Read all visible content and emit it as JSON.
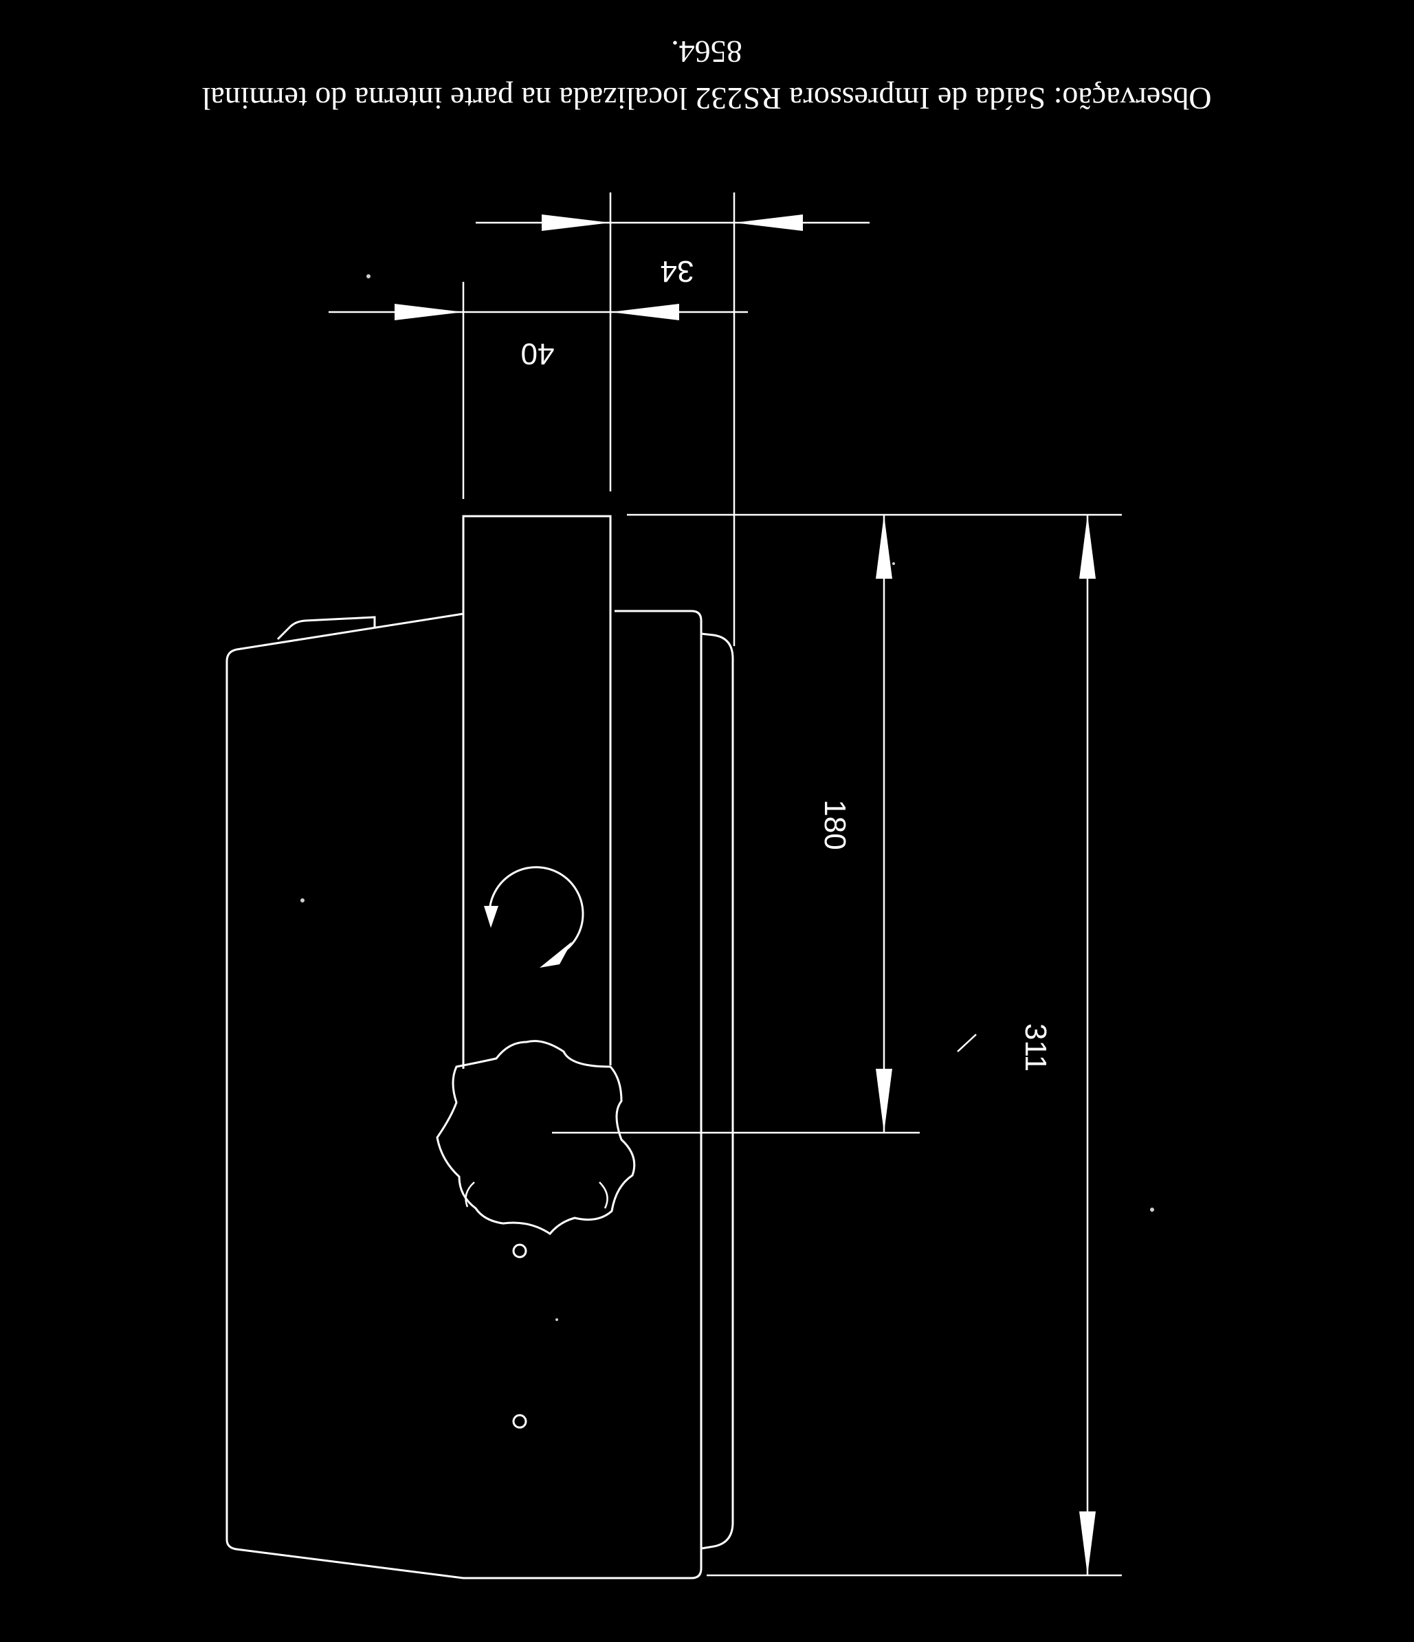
{
  "caption": {
    "note": "Observação: Saída de Impressora RS232 localizada na parte interna do terminal",
    "model": "8564."
  },
  "dimensions": {
    "top_width_right": "34",
    "top_width_left": "40",
    "height_knob": "180",
    "height_total": "311"
  },
  "colors": {
    "background": "#000000",
    "line": "#ffffff"
  }
}
